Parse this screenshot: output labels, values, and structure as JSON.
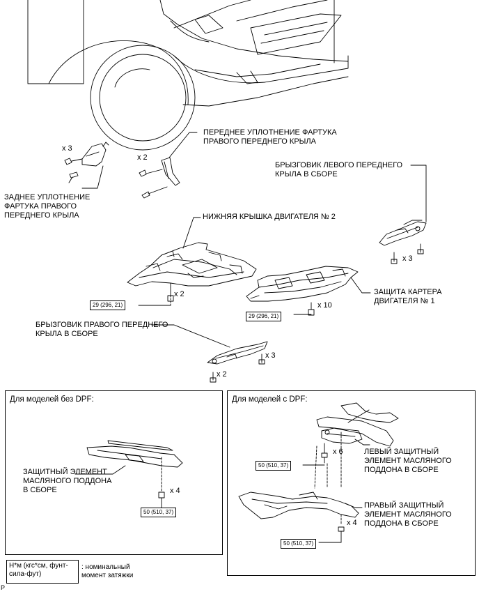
{
  "labels": {
    "front_right_rear_seal": [
      "ЗАДНЕЕ УПЛОТНЕНИЕ",
      "ФАРТУКА ПРАВОГО",
      "ПЕРЕДНЕГО КРЫЛА"
    ],
    "front_right_front_seal": [
      "ПЕРЕДНЕЕ УПЛОТНЕНИЕ ФАРТУКА",
      "ПРАВОГО ПЕРЕДНЕГО КРЫЛА"
    ],
    "left_splash_shield": [
      "БРЫЗГОВИК ЛЕВОГО ПЕРЕДНЕГО",
      "КРЫЛА В СБОРЕ"
    ],
    "engine_under_cover_2": "НИЖНЯЯ КРЫШКА ДВИГАТЕЛЯ № 2",
    "engine_crankcase_guard_1": [
      "ЗАЩИТА КАРТЕРА",
      "ДВИГАТЕЛЯ № 1"
    ],
    "right_splash_shield": [
      "БРЫЗГОВИК ПРАВОГО ПЕРЕДНЕГО",
      "КРЫЛА В СБОРЕ"
    ],
    "oil_pan_protector": [
      "ЗАЩИТНЫЙ ЭЛЕМЕНТ",
      "МАСЛЯНОГО ПОДДОНА",
      "В СБОРЕ"
    ],
    "left_oil_pan_protector": [
      "ЛЕВЫЙ ЗАЩИТНЫЙ",
      "ЭЛЕМЕНТ МАСЛЯНОГО",
      "ПОДДОНА В СБОРЕ"
    ],
    "right_oil_pan_protector": [
      "ПРАВЫЙ ЗАЩИТНЫЙ",
      "ЭЛЕМЕНТ МАСЛЯНОГО",
      "ПОДДОНА В СБОРЕ"
    ]
  },
  "quantities": {
    "rear_seal_clips": "x 3",
    "front_seal_clips": "x 2",
    "left_splash_bolts": "x 3",
    "under_cover_bolts": "x 2",
    "crankcase_bolts": "x 10",
    "right_splash_bolts_a": "x 3",
    "right_splash_bolts_b": "x 2",
    "oil_pan_bolts": "x 4",
    "left_protector_bolts": "x 6",
    "right_protector_bolts": "x 4"
  },
  "torques": {
    "under_cover": "29 (296, 21)",
    "crankcase": "29 (296, 21)",
    "oil_pan": "50 (510, 37)",
    "left_protector": "50 (510, 37)",
    "right_protector": "50 (510, 37)"
  },
  "panels": {
    "no_dpf_title": "Для моделей без DPF:",
    "with_dpf_title": "Для моделей с DPF:"
  },
  "legend": {
    "unit_lines": [
      "Н*м (кгс*см, фунт-",
      "сила-фут)"
    ],
    "meaning_lines": [
      ": номинальный",
      "момент затяжки"
    ]
  },
  "corner_mark": "P"
}
